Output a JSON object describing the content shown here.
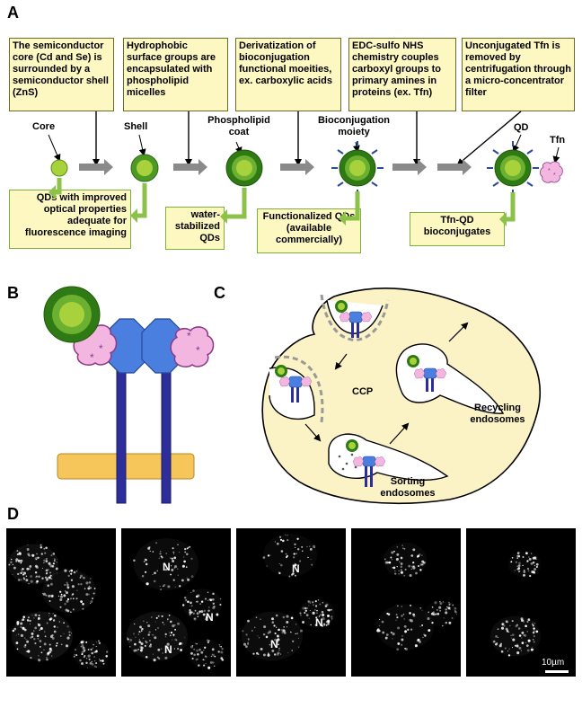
{
  "panels": {
    "a": "A",
    "b": "B",
    "c": "C",
    "d": "D"
  },
  "panel_a": {
    "steps": [
      "The semiconductor core (Cd and Se) is surrounded by a semiconductor shell (ZnS)",
      "Hydrophobic surface groups are encapsulated with phospholipid micelles",
      "Derivatization of bioconjugation functional moeities, ex. carboxylic acids",
      "EDC-sulfo NHS chemistry couples carboxyl groups to primary amines in proteins (ex. Tfn)",
      "Unconjugated Tfn is removed by centrifugation through a micro-concentrator filter"
    ],
    "labels": {
      "core": "Core",
      "shell": "Shell",
      "coat1": "Phospholipid",
      "coat2": "coat",
      "moiety1": "Bioconjugation",
      "moiety2": "moiety",
      "qd": "QD",
      "tfn": "Tfn"
    },
    "outcomes": [
      "QDs with improved optical properties adequate for fluorescence imaging",
      "water-stabilized QDs",
      "Functionalized QDs (available commercially)",
      "Tfn-QD bioconjugates"
    ]
  },
  "panel_c": {
    "ccp": "CCP",
    "recycling": "Recycling endosomes",
    "sorting": "Sorting endosomes"
  },
  "panel_d": {
    "nucleus": "N",
    "scale_bar": "10µm"
  },
  "colors": {
    "note_fill": "#fdf7c2",
    "green_outline": "#7ab23c",
    "qd_dark": "#3e8a1e",
    "qd_light": "#a8d23c",
    "receptor_blue": "#4a7fe0",
    "tfn_pink": "#f2b6e0",
    "cell_fill": "#fbf3c6",
    "membrane": "#f5c65e"
  }
}
